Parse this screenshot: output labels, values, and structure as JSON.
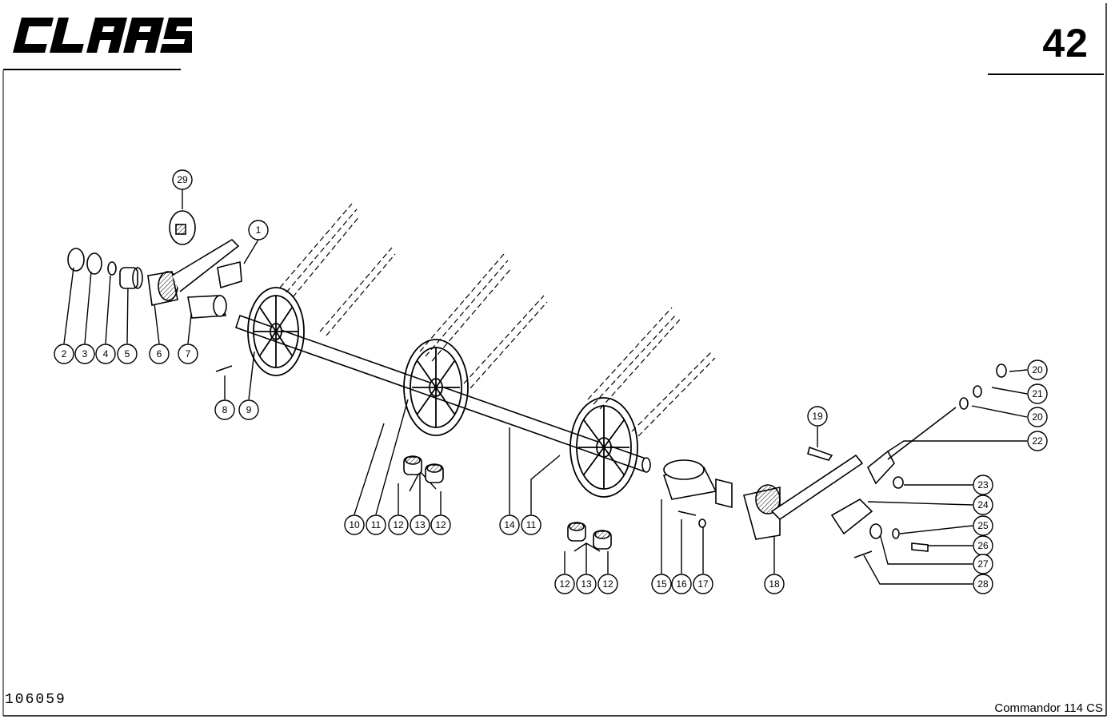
{
  "header": {
    "brand": "CLAAS",
    "page_number": "42"
  },
  "footer": {
    "reference_code": "106059",
    "model": "Commandor 114 CS"
  },
  "callouts": [
    {
      "id": "c29",
      "label": "29"
    },
    {
      "id": "c1",
      "label": "1"
    },
    {
      "id": "c2",
      "label": "2"
    },
    {
      "id": "c3",
      "label": "3"
    },
    {
      "id": "c4",
      "label": "4"
    },
    {
      "id": "c5",
      "label": "5"
    },
    {
      "id": "c6",
      "label": "6"
    },
    {
      "id": "c7",
      "label": "7"
    },
    {
      "id": "c8",
      "label": "8"
    },
    {
      "id": "c9",
      "label": "9"
    },
    {
      "id": "c10",
      "label": "10"
    },
    {
      "id": "c11a",
      "label": "11"
    },
    {
      "id": "c12a",
      "label": "12"
    },
    {
      "id": "c13a",
      "label": "13"
    },
    {
      "id": "c12b",
      "label": "12"
    },
    {
      "id": "c14",
      "label": "14"
    },
    {
      "id": "c11b",
      "label": "11"
    },
    {
      "id": "c12c",
      "label": "12"
    },
    {
      "id": "c13b",
      "label": "13"
    },
    {
      "id": "c12d",
      "label": "12"
    },
    {
      "id": "c15",
      "label": "15"
    },
    {
      "id": "c16",
      "label": "16"
    },
    {
      "id": "c17",
      "label": "17"
    },
    {
      "id": "c18",
      "label": "18"
    },
    {
      "id": "c19",
      "label": "19"
    },
    {
      "id": "c20a",
      "label": "20"
    },
    {
      "id": "c21",
      "label": "21"
    },
    {
      "id": "c20b",
      "label": "20"
    },
    {
      "id": "c22",
      "label": "22"
    },
    {
      "id": "c23",
      "label": "23"
    },
    {
      "id": "c24",
      "label": "24"
    },
    {
      "id": "c25",
      "label": "25"
    },
    {
      "id": "c26",
      "label": "26"
    },
    {
      "id": "c27",
      "label": "27"
    },
    {
      "id": "c28",
      "label": "28"
    }
  ]
}
